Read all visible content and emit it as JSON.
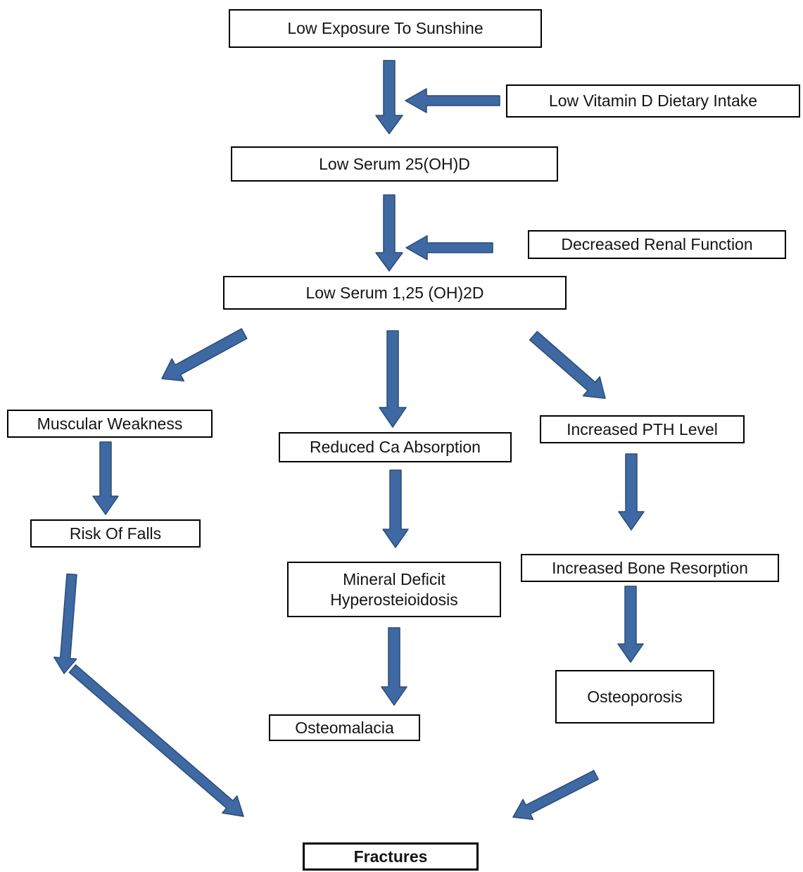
{
  "diagram": {
    "title": "Vitamin D deficiency pathway flowchart",
    "nodes": {
      "sunshine": {
        "label": "Low Exposure To Sunshine"
      },
      "vitd_intake": {
        "label": "Low Vitamin D Dietary Intake"
      },
      "serum25": {
        "label": "Low Serum 25(OH)D"
      },
      "renal": {
        "label": "Decreased Renal Function"
      },
      "serum125": {
        "label": "Low Serum 1,25 (OH)2D"
      },
      "muscular": {
        "label": "Muscular Weakness"
      },
      "falls": {
        "label": "Risk Of Falls"
      },
      "reduced_ca": {
        "label": "Reduced Ca Absorption"
      },
      "mineral": {
        "label": "Mineral Deficit Hyperosteioidosis"
      },
      "pth": {
        "label": "Increased PTH Level"
      },
      "bone_resorption": {
        "label": "Increased Bone Resorption"
      },
      "osteomalacia": {
        "label": "Osteomalacia"
      },
      "osteoporosis": {
        "label": "Osteoporosis"
      },
      "fractures": {
        "label": "Fractures"
      }
    },
    "edges": [
      {
        "from": "sunshine",
        "to": "serum25"
      },
      {
        "from": "vitd_intake",
        "to": "serum25"
      },
      {
        "from": "serum25",
        "to": "serum125"
      },
      {
        "from": "renal",
        "to": "serum125"
      },
      {
        "from": "serum125",
        "to": "muscular"
      },
      {
        "from": "serum125",
        "to": "reduced_ca"
      },
      {
        "from": "serum125",
        "to": "pth"
      },
      {
        "from": "muscular",
        "to": "falls"
      },
      {
        "from": "falls",
        "to": "fractures"
      },
      {
        "from": "reduced_ca",
        "to": "mineral"
      },
      {
        "from": "mineral",
        "to": "osteomalacia"
      },
      {
        "from": "pth",
        "to": "bone_resorption"
      },
      {
        "from": "bone_resorption",
        "to": "osteoporosis"
      },
      {
        "from": "osteoporosis",
        "to": "fractures"
      }
    ],
    "colors": {
      "arrow_fill": "#3E69A2",
      "arrow_stroke": "#2B4C77",
      "box_border": "#000000",
      "background": "#FFFFFF",
      "text": "#141414"
    }
  }
}
